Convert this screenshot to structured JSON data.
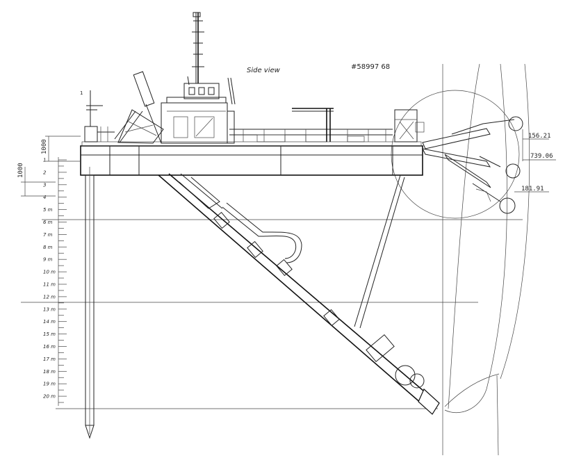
{
  "title": "Side view",
  "drawing_number": "#58997 68",
  "dimensions": {
    "left_top": "1000",
    "left_side": "1000",
    "reach_1": "156.21",
    "reach_2": "739.06",
    "reach_3": "181.91"
  },
  "depth_scale": {
    "labels": [
      "1",
      "2",
      "3",
      "4",
      "5 m",
      "6 m",
      "7 m",
      "8 m",
      "9 m",
      "10 m",
      "11 m",
      "12 m",
      "13 m",
      "14 m",
      "15 m",
      "16 m",
      "17 m",
      "18 m",
      "19 m",
      "20 m"
    ]
  },
  "colors": {
    "ink": "#222222",
    "paper": "#ffffff"
  }
}
